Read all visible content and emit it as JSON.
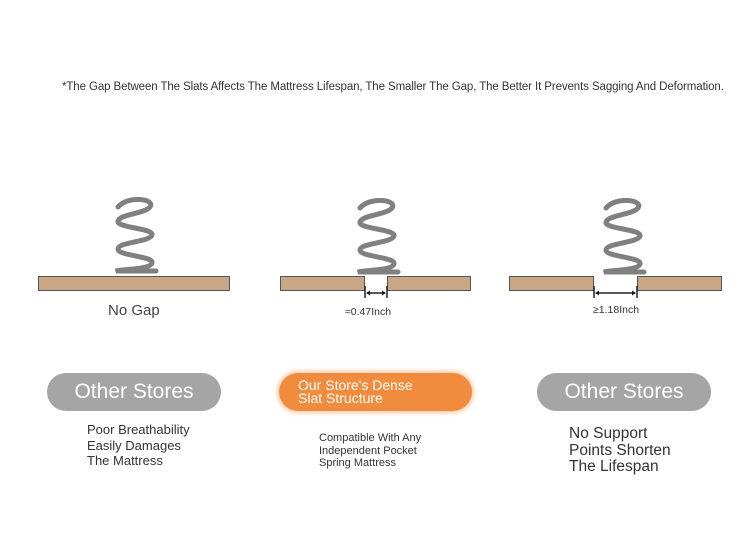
{
  "note": "*The Gap Between The Slats Affects The Mattress Lifespan, The Smaller The Gap, The Better It Prevents Sagging And Deformation.",
  "columns": [
    {
      "gap_label": "No Gap",
      "badge": "Other Stores",
      "description": "Poor Breathability Easily Damages The Mattress"
    },
    {
      "gap_label": "≈0.47Inch",
      "badge_line1": "Our Store's Dense",
      "badge_line2": "Slat Structure",
      "description": "Compatible With Any Independent Pocket Spring Mattress"
    },
    {
      "gap_label": "≥1.18Inch",
      "badge": "Other Stores",
      "description": "No Support Points Shorten The Lifespan"
    }
  ],
  "colors": {
    "slat": "#c9a786",
    "badge_gray": "#a5a5a5",
    "badge_orange": "#f18c3e",
    "spring": "#808080"
  }
}
